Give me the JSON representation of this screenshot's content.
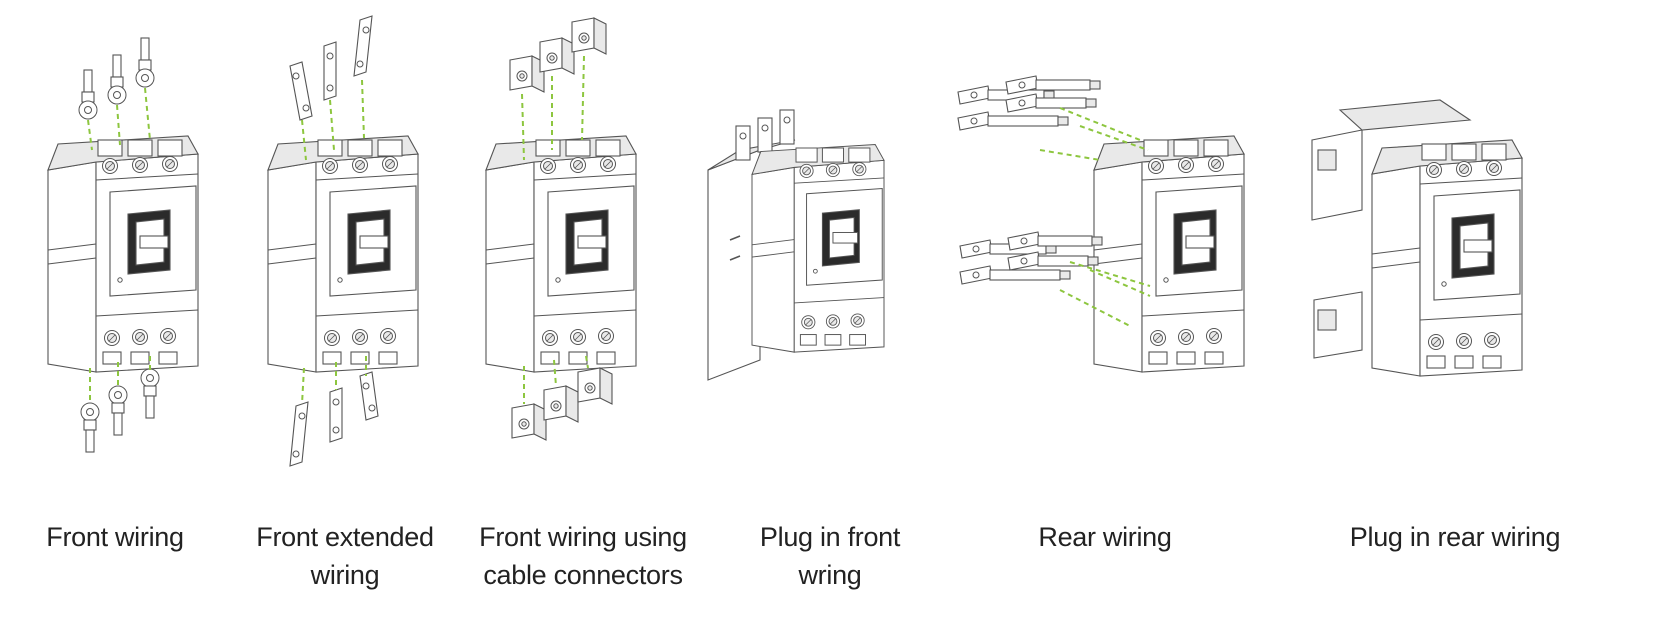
{
  "panels": [
    {
      "id": "front-wiring",
      "caption": [
        "Front wiring"
      ]
    },
    {
      "id": "front-extended-wiring",
      "caption": [
        "Front extended",
        "wiring"
      ]
    },
    {
      "id": "front-wiring-cable-connectors",
      "caption": [
        "Front wiring using",
        "cable connectors"
      ]
    },
    {
      "id": "plug-in-front-wiring",
      "caption": [
        "Plug in front",
        "wring"
      ]
    },
    {
      "id": "rear-wiring",
      "caption": [
        "Rear wiring"
      ]
    },
    {
      "id": "plug-in-rear-wiring",
      "caption": [
        "Plug in rear wiring"
      ]
    }
  ],
  "colors": {
    "line": "#555555",
    "fill": "#ffffff",
    "shade": "#e9e9e9",
    "dark": "#2b2b2b",
    "guide": "#8dc63f",
    "text": "#222222"
  }
}
